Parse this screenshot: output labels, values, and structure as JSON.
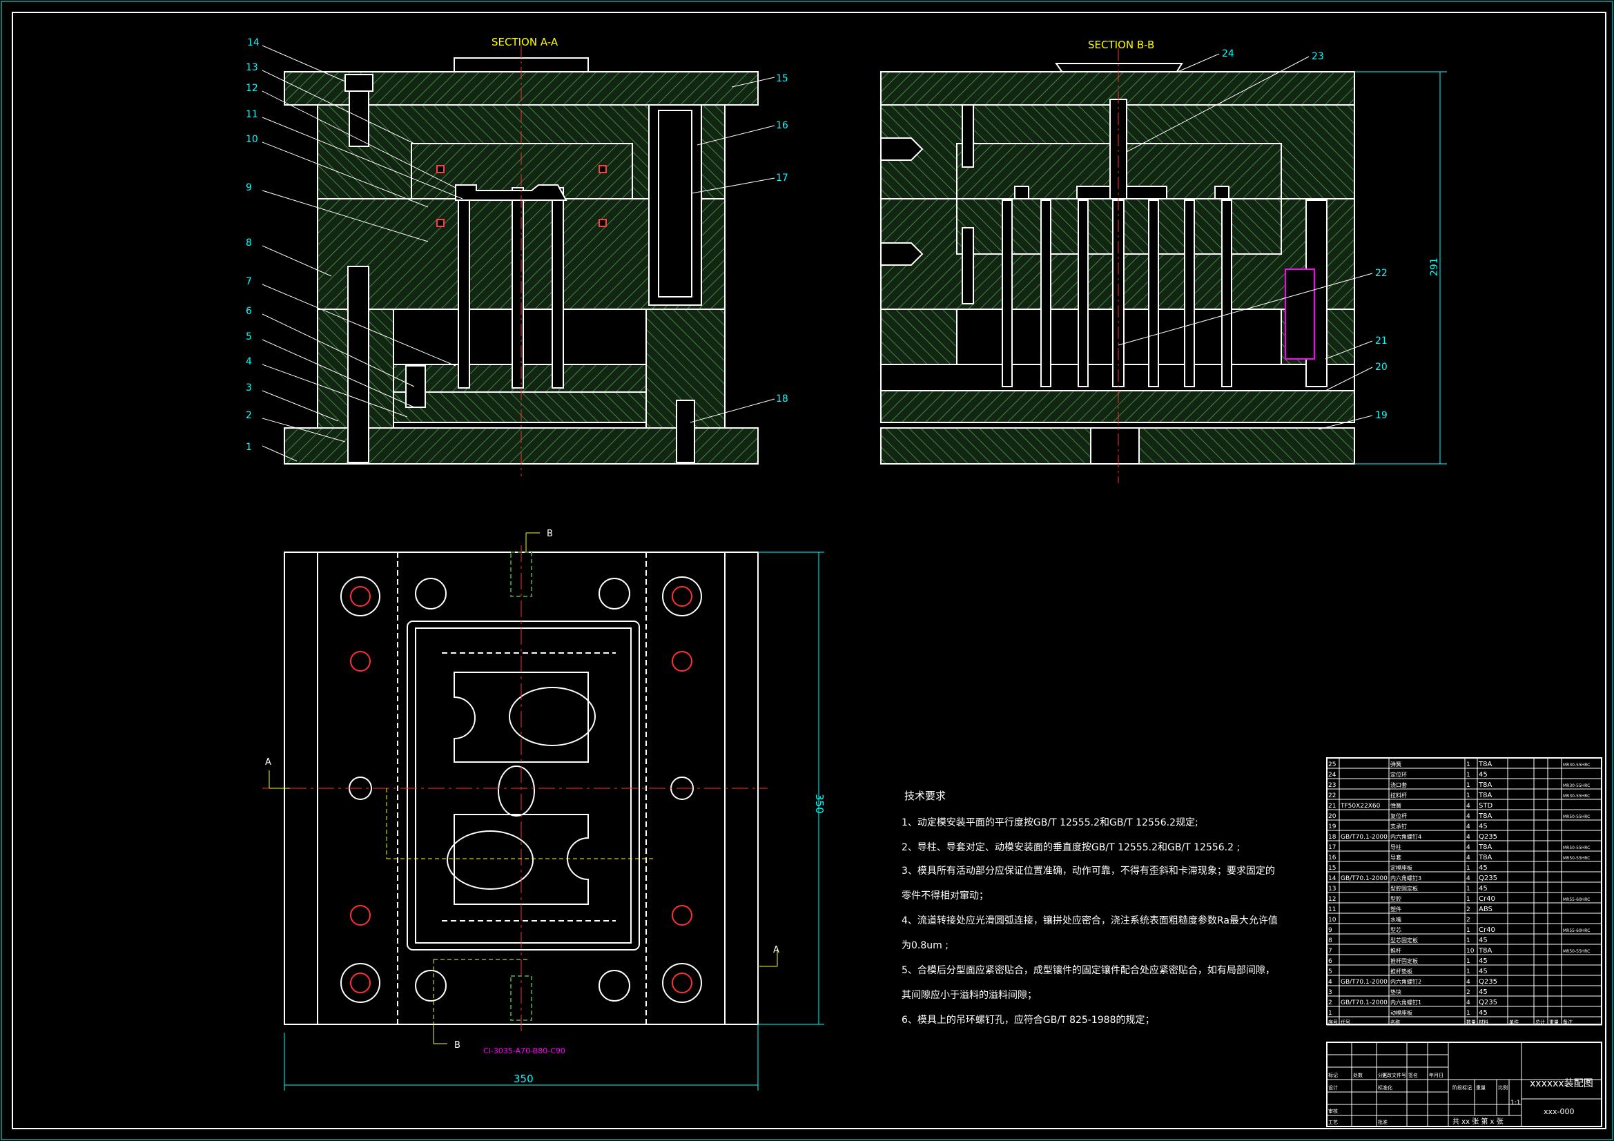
{
  "views": {
    "section_a_title": "SECTION A-A",
    "section_b_title": "SECTION B-B",
    "dim_width_bottom": "350",
    "dim_height_right": "350",
    "dim_height_section_b": "291",
    "mold_base_code": "CI-3035-A70-B80-C90",
    "cut_a": "A",
    "cut_b": "B"
  },
  "balloons_a": [
    "1",
    "2",
    "3",
    "4",
    "5",
    "6",
    "7",
    "8",
    "9",
    "10",
    "11",
    "12",
    "13",
    "14",
    "15",
    "16",
    "17",
    "18"
  ],
  "balloons_b": [
    "19",
    "20",
    "21",
    "22",
    "23",
    "24"
  ],
  "tech_requirements": {
    "title": "技术要求",
    "lines": [
      "1、动定模安装平面的平行度按GB/T 12555.2和GB/T 12556.2规定;",
      "2、导柱、导套对定、动模安装面的垂直度按GB/T 12555.2和GB/T 12556.2 ;",
      "3、模具所有活动部分应保证位置准确，动作可靠，不得有歪斜和卡滞现象；要求固定的",
      "   零件不得相对窜动；",
      "4、流道转接处应光滑圆弧连接，镶拼处应密合，浇注系统表面粗糙度参数Ra最大允许值",
      "   为0.8um ;",
      "5、合模后分型面应紧密贴合，成型镶件的固定镶件配合处应紧密贴合，如有局部间隙，",
      "   其间隙应小于溢料的溢料间隙；",
      "6、模具上的吊环螺钉孔，应符合GB/T 825-1988的规定；"
    ]
  },
  "bom": [
    {
      "no": "25",
      "code": "",
      "name": "弹簧",
      "qty": "1",
      "mat": "T8A",
      "note": "MR30-55HRC"
    },
    {
      "no": "24",
      "code": "",
      "name": "定位环",
      "qty": "1",
      "mat": "45",
      "note": ""
    },
    {
      "no": "23",
      "code": "",
      "name": "浇口套",
      "qty": "1",
      "mat": "T8A",
      "note": "MR30-55HRC"
    },
    {
      "no": "22",
      "code": "",
      "name": "拉料杆",
      "qty": "1",
      "mat": "T8A",
      "note": "MR30-55HRC"
    },
    {
      "no": "21",
      "code": "TF50X22X60",
      "name": "弹簧",
      "qty": "4",
      "mat": "STD",
      "note": ""
    },
    {
      "no": "20",
      "code": "",
      "name": "复位杆",
      "qty": "4",
      "mat": "T8A",
      "note": "MR50-55HRC"
    },
    {
      "no": "19",
      "code": "",
      "name": "支承钉",
      "qty": "4",
      "mat": "45",
      "note": ""
    },
    {
      "no": "18",
      "code": "GB/T70.1-2000",
      "name": "内六角螺钉4",
      "qty": "4",
      "mat": "Q235",
      "note": ""
    },
    {
      "no": "17",
      "code": "",
      "name": "导柱",
      "qty": "4",
      "mat": "T8A",
      "note": "MR50-55HRC"
    },
    {
      "no": "16",
      "code": "",
      "name": "导套",
      "qty": "4",
      "mat": "T8A",
      "note": "MR50-55HRC"
    },
    {
      "no": "15",
      "code": "",
      "name": "定模座板",
      "qty": "1",
      "mat": "45",
      "note": ""
    },
    {
      "no": "14",
      "code": "GB/T70.1-2000",
      "name": "内六角螺钉3",
      "qty": "4",
      "mat": "Q235",
      "note": ""
    },
    {
      "no": "13",
      "code": "",
      "name": "型腔固定板",
      "qty": "1",
      "mat": "45",
      "note": ""
    },
    {
      "no": "12",
      "code": "",
      "name": "型腔",
      "qty": "1",
      "mat": "Cr40",
      "note": "MR55-60HRC"
    },
    {
      "no": "11",
      "code": "",
      "name": "塑件",
      "qty": "2",
      "mat": "ABS",
      "note": ""
    },
    {
      "no": "10",
      "code": "",
      "name": "水嘴",
      "qty": "2",
      "mat": "",
      "note": ""
    },
    {
      "no": "9",
      "code": "",
      "name": "型芯",
      "qty": "1",
      "mat": "Cr40",
      "note": "MR55-60HRC"
    },
    {
      "no": "8",
      "code": "",
      "name": "型芯固定板",
      "qty": "1",
      "mat": "45",
      "note": ""
    },
    {
      "no": "7",
      "code": "",
      "name": "推杆",
      "qty": "10",
      "mat": "T8A",
      "note": "MR50-55HRC"
    },
    {
      "no": "6",
      "code": "",
      "name": "推杆固定板",
      "qty": "1",
      "mat": "45",
      "note": ""
    },
    {
      "no": "5",
      "code": "",
      "name": "推杆垫板",
      "qty": "1",
      "mat": "45",
      "note": ""
    },
    {
      "no": "4",
      "code": "GB/T70.1-2000",
      "name": "内六角螺钉2",
      "qty": "4",
      "mat": "Q235",
      "note": ""
    },
    {
      "no": "3",
      "code": "",
      "name": "垫块",
      "qty": "2",
      "mat": "45",
      "note": ""
    },
    {
      "no": "2",
      "code": "GB/T70.1-2000",
      "name": "内六角螺钉1",
      "qty": "4",
      "mat": "Q235",
      "note": ""
    },
    {
      "no": "1",
      "code": "",
      "name": "动模座板",
      "qty": "1",
      "mat": "45",
      "note": ""
    }
  ],
  "bom_header": {
    "no": "序号",
    "code": "代号",
    "name": "名称",
    "qty": "数量",
    "mat": "材料",
    "unit": "单件",
    "total": "总计",
    "weight": "重量",
    "note": "备注"
  },
  "title_block": {
    "drawing_name": "xxxxxx装配图",
    "drawing_no": "xxx-000",
    "sheets": "共 xx 张  第 x 张",
    "scale": "1:1",
    "labels": [
      "标记",
      "处数",
      "分区",
      "更改文件号",
      "签名",
      "年月日",
      "设计",
      "标准化",
      "审核",
      "工艺",
      "批准",
      "阶段标记",
      "重量",
      "比例"
    ]
  },
  "colors": {
    "background": "#000000",
    "frame": "#ffffff",
    "section_fill": "#3d8a3d",
    "outline": "#ffffff",
    "center": "#ff3030",
    "dimension": "#00ffff",
    "text": "#ffff00",
    "magenta": "#ff00ff"
  }
}
